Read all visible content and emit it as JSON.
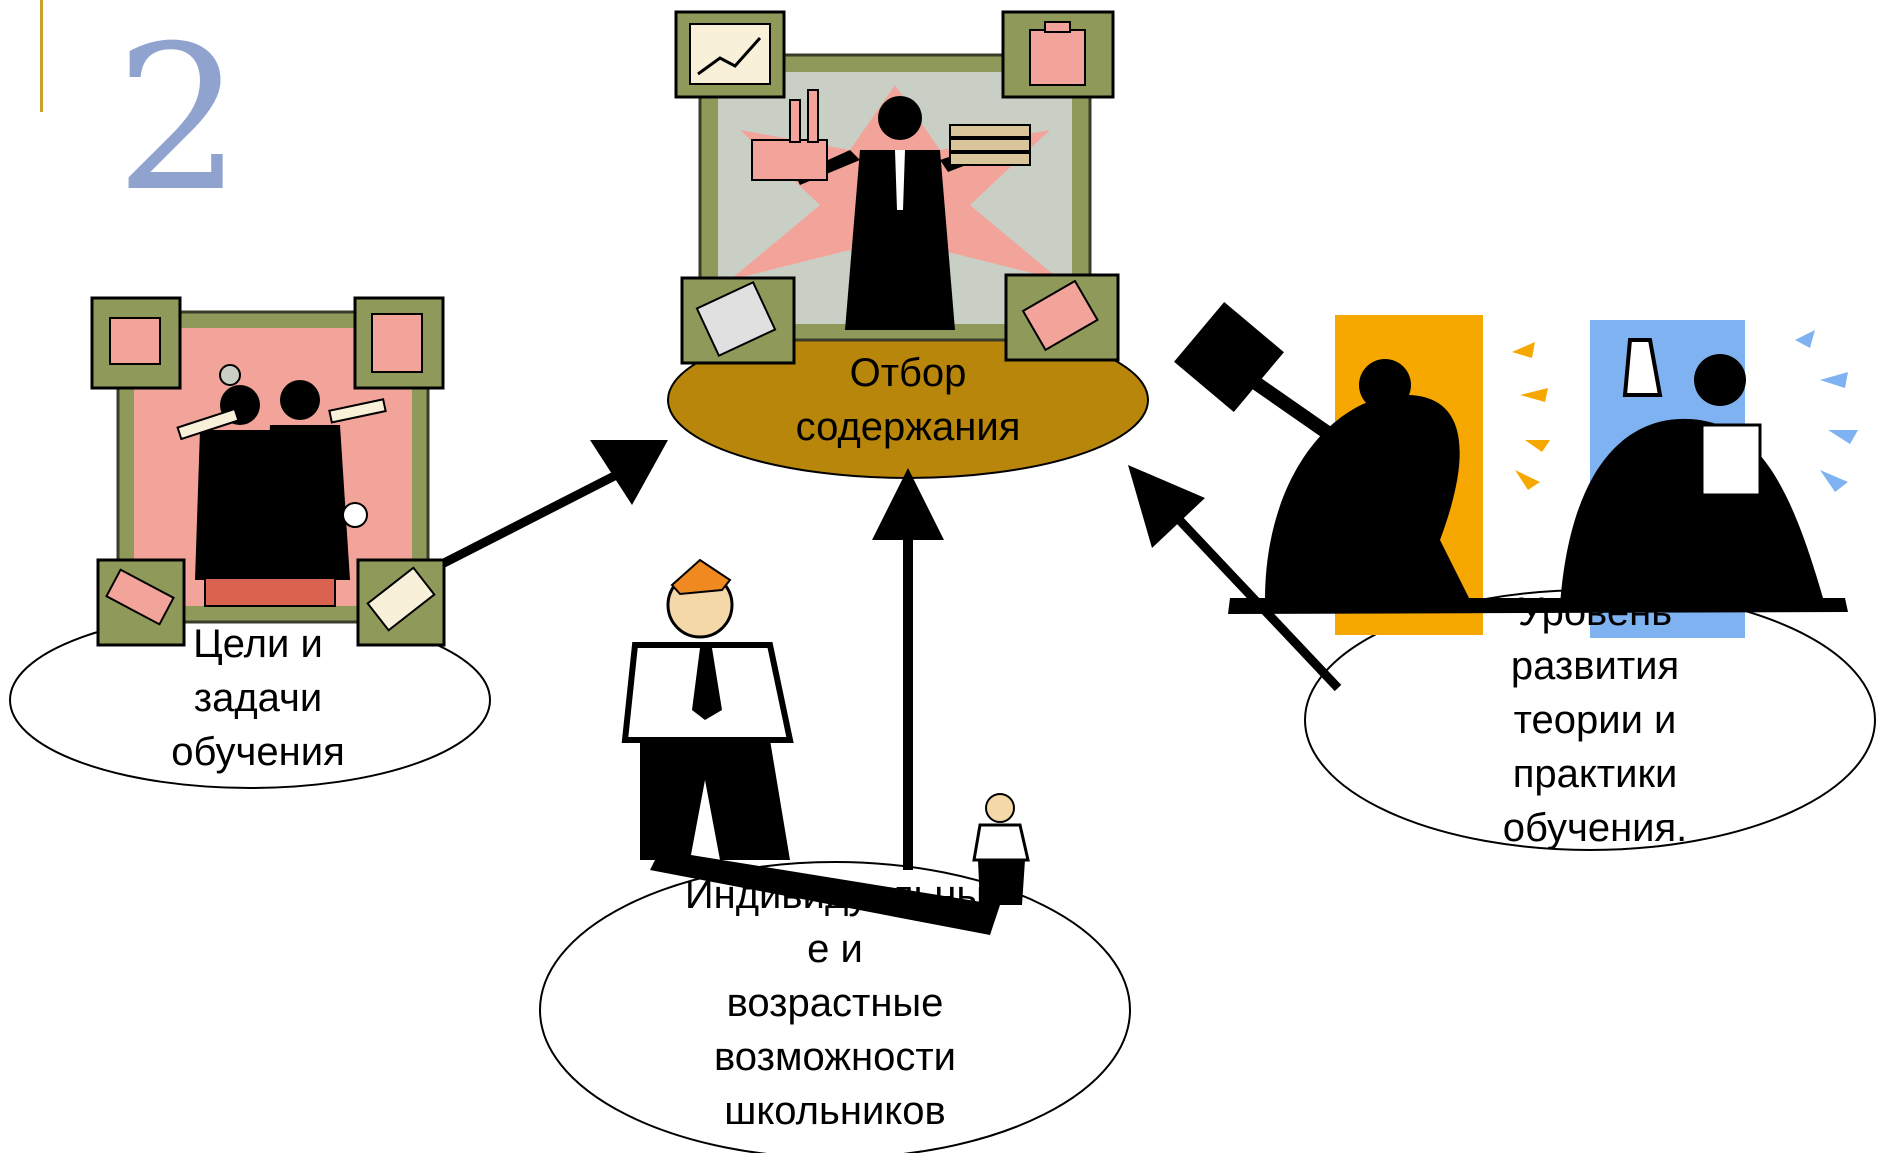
{
  "slide": {
    "number": "2",
    "accent_color": "#c9a227",
    "number_color": "#7d92c6"
  },
  "center_node": {
    "line1": "Отбор",
    "line2": "содержания",
    "fill": "#b8860b"
  },
  "left_node": {
    "line1": "Цели и",
    "line2": "задачи",
    "line3": "обучения"
  },
  "bottom_node": {
    "line1": "Индивидуальны",
    "line2": "е и",
    "line3": "возрастные",
    "line4": "возможности",
    "line5": "школьников"
  },
  "right_node": {
    "line1": "Уровень",
    "line2": "развития",
    "line3": "теории и",
    "line4": "практики",
    "line5": "обучения."
  },
  "clipart": {
    "center": "businessman-juggling-factory-and-money-icon",
    "left": "two-men-with-telescopes-icon",
    "bottom": "big-man-and-small-man-shadow-icon",
    "right": "hammer-and-scientist-silhouettes-icon"
  },
  "colors": {
    "arrow": "#000000",
    "frame_green": "#8f9a5a",
    "frame_pink": "#f2a49a",
    "orange_panel": "#f7a800",
    "blue_panel": "#7fb2f0"
  }
}
